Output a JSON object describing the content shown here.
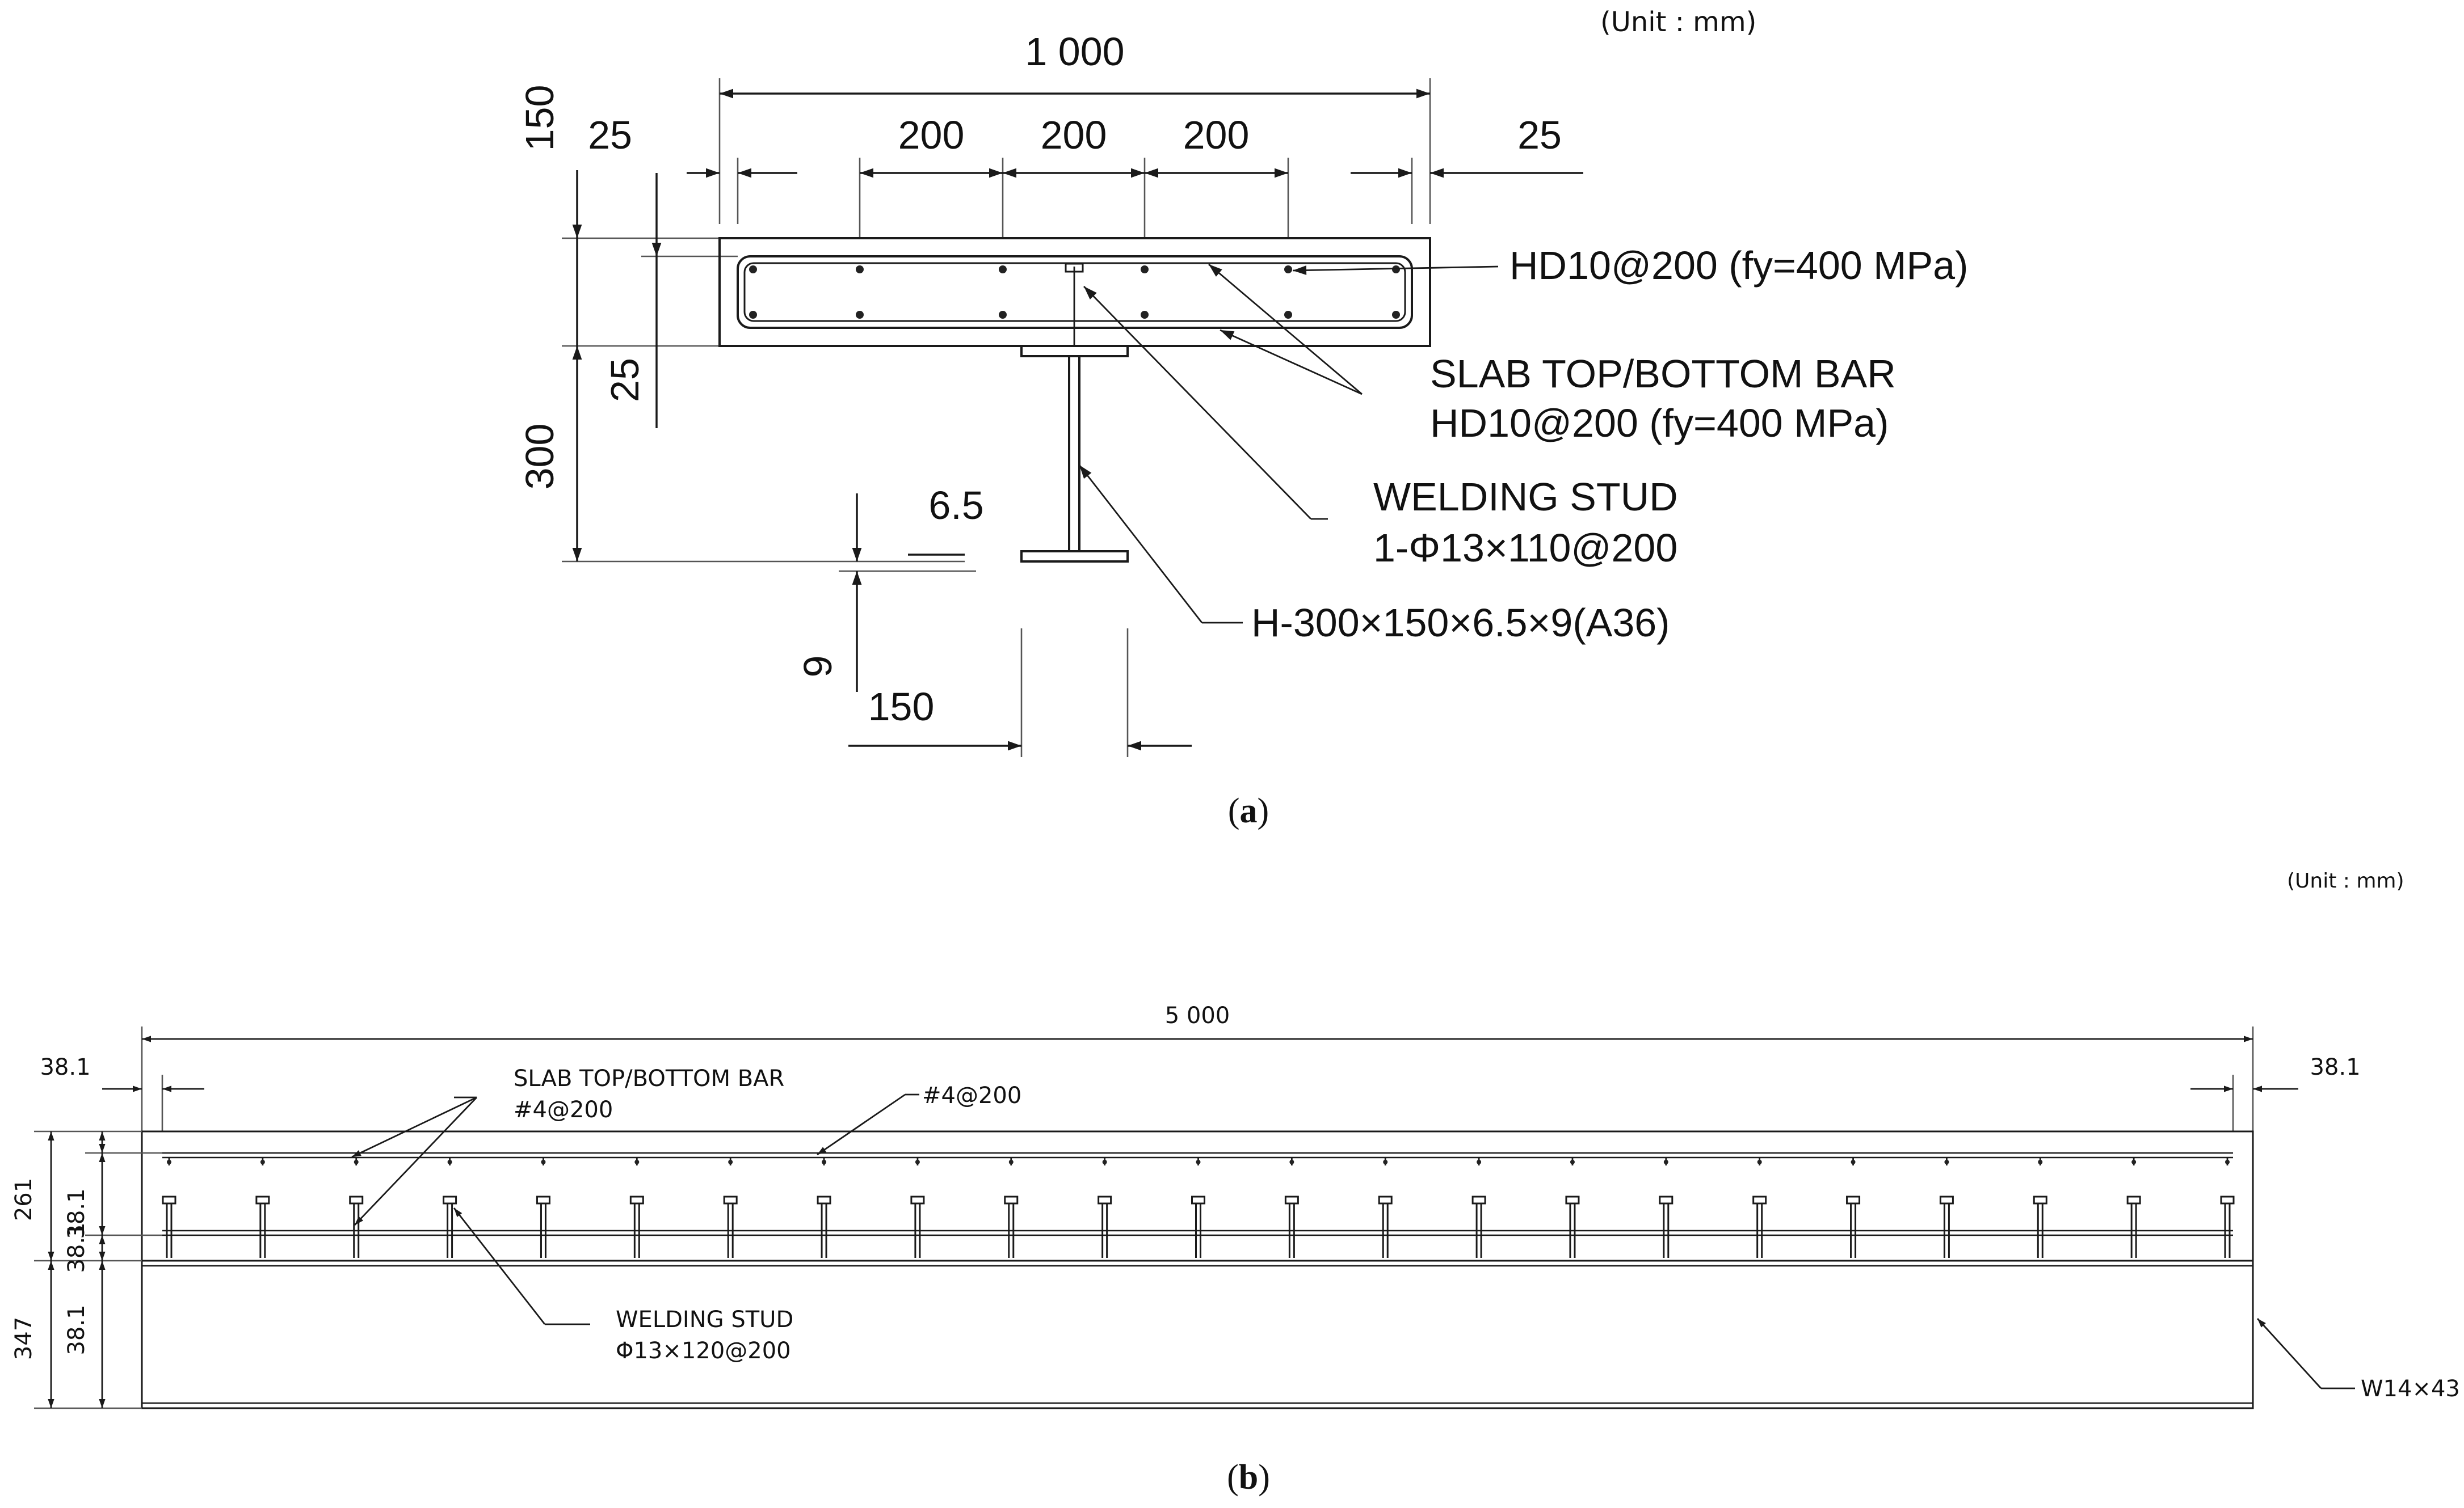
{
  "figure_a": {
    "unit_label": "(Unit : mm)",
    "dims": {
      "width_total": "1 000",
      "edge_left": "25",
      "edge_right": "25",
      "spacing_1": "200",
      "spacing_2": "200",
      "spacing_3": "200",
      "slab_depth": "150",
      "cover": "25",
      "beam_depth": "300",
      "web_thickness": "6.5",
      "flange_thickness": "9",
      "flange_width": "150"
    },
    "callouts": {
      "transverse_bar": "HD10@200 (fy=400 MPa)",
      "slab_bar_title": "SLAB TOP/BOTTOM BAR",
      "slab_bar_spec": "HD10@200 (fy=400 MPa)",
      "stud_title": "WELDING STUD",
      "stud_spec": "1-Φ13×110@200",
      "steel_section": "H-300×150×6.5×9(A36)"
    },
    "caption_open": "(",
    "caption_letter": "a",
    "caption_close": ")"
  },
  "figure_b": {
    "unit_label": "(Unit : mm)",
    "dims": {
      "length_total": "5 000",
      "end_left": "38.1",
      "end_right": "38.1",
      "slab_depth": "261",
      "slab_cover": "38.1",
      "beam_cover_top": "38.1",
      "beam_cover_bottom": "38.1",
      "beam_depth": "347"
    },
    "callouts": {
      "slab_bar_title": "SLAB TOP/BOTTOM BAR",
      "slab_bar_spec": "#4@200",
      "long_bar_spec": "#4@200",
      "stud_title": "WELDING STUD",
      "stud_spec": "Φ13×120@200",
      "steel_section": "W14×43"
    },
    "caption_open": "(",
    "caption_letter": "b",
    "caption_close": ")"
  },
  "colors": {
    "ink": "#1a1a1a",
    "background": "#ffffff"
  }
}
